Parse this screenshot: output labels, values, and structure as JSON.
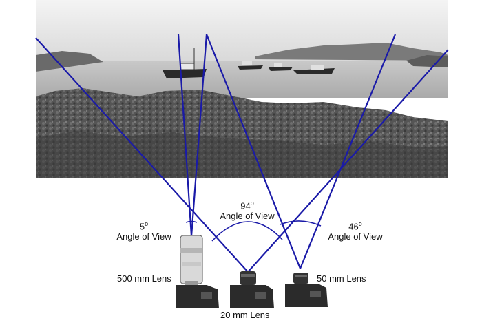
{
  "labels": {
    "angle_5": {
      "value": "5",
      "degree_mark": "o",
      "caption": "Angle of View"
    },
    "angle_94": {
      "value": "94",
      "degree_mark": "o",
      "caption": "Angle of View"
    },
    "angle_46": {
      "value": "46",
      "degree_mark": "o",
      "caption": "Angle of View"
    },
    "lens_500": "500 mm Lens",
    "lens_20": "20 mm Lens",
    "lens_50": "50 mm Lens"
  },
  "colors": {
    "sight_line": "#1a1aa8",
    "photo_sky": "#e6e6e6",
    "photo_water": "#bdbdbd",
    "photo_rocks": "#4a4a4a",
    "camera_body": "#2b2b2b"
  }
}
